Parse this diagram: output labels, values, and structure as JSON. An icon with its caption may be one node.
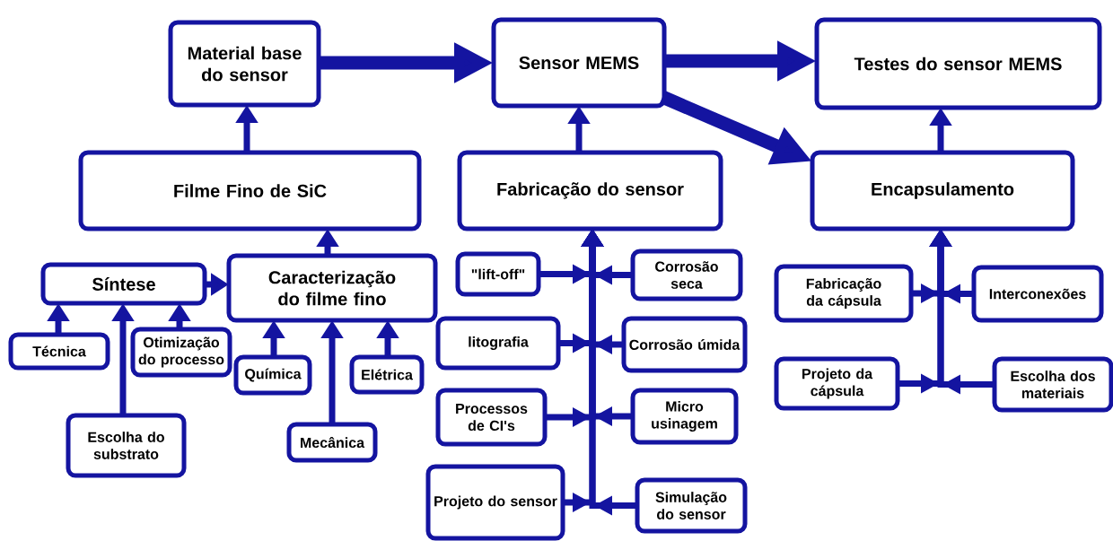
{
  "diagram": {
    "nodes": [
      {
        "text": [
          "Material base do sensor"
        ]
      },
      {
        "text": [
          "Sensor MEMS"
        ]
      },
      {
        "text": [
          "Testes do sensor MEMS"
        ]
      },
      {
        "text": [
          "Filme Fino de SiC"
        ]
      },
      {
        "text": [
          "Fabricação do sensor"
        ]
      },
      {
        "text": [
          "Encapsulamento"
        ]
      },
      {
        "text": [
          "Síntese"
        ]
      },
      {
        "text": [
          "Caracterização do filme fino"
        ]
      },
      {
        "text": [
          "Técnica"
        ]
      },
      {
        "text": [
          "Otimização do processo"
        ]
      },
      {
        "text": [
          "Escolha do substrato"
        ]
      },
      {
        "text": [
          "Química"
        ]
      },
      {
        "text": [
          "Mecânica"
        ]
      },
      {
        "text": [
          "Elétrica"
        ]
      },
      {
        "text": [
          "\"lift-off\""
        ]
      },
      {
        "text": [
          "Corrosão seca"
        ]
      },
      {
        "text": [
          "litografia"
        ]
      },
      {
        "text": [
          "Corrosão úmida"
        ]
      },
      {
        "text": [
          "Processos de CI's"
        ]
      },
      {
        "text": [
          "Micro usinagem"
        ]
      },
      {
        "text": [
          "Projeto do sensor"
        ]
      },
      {
        "text": [
          "Simulação do sensor"
        ]
      },
      {
        "text": [
          "Fabricação da cápsula"
        ]
      },
      {
        "text": [
          "Interconexões"
        ]
      },
      {
        "text": [
          "Projeto da cápsula"
        ]
      },
      {
        "text": [
          "Escolha dos materiais"
        ]
      }
    ],
    "edges": [
      {
        "from": 0,
        "to": 1,
        "arrow": "to",
        "style": "thick"
      },
      {
        "from": 1,
        "to": 2,
        "arrow": "to",
        "style": "thick"
      },
      {
        "from": 1,
        "to": 5,
        "arrow": "to",
        "style": "thick"
      },
      {
        "from": 3,
        "to": 0,
        "arrow": "to"
      },
      {
        "from": 4,
        "to": 1,
        "arrow": "to"
      },
      {
        "from": 5,
        "to": 2,
        "arrow": "to"
      },
      {
        "from": 7,
        "to": 3,
        "arrow": "to"
      },
      {
        "from": 6,
        "to": 7,
        "arrow": "to"
      },
      {
        "from": 8,
        "to": 6,
        "arrow": "to"
      },
      {
        "from": 10,
        "to": 6,
        "arrow": "to"
      },
      {
        "from": 9,
        "to": 6,
        "arrow": "to"
      },
      {
        "from": 11,
        "to": 7,
        "arrow": "to"
      },
      {
        "from": 12,
        "to": 7,
        "arrow": "to"
      },
      {
        "from": 13,
        "to": 7,
        "arrow": "to"
      },
      {
        "from": 14,
        "to": 4,
        "arrow": "to"
      },
      {
        "from": 15,
        "to": 4,
        "arrow": "to"
      },
      {
        "from": 16,
        "to": 4,
        "arrow": "to"
      },
      {
        "from": 17,
        "to": 4,
        "arrow": "to"
      },
      {
        "from": 18,
        "to": 4,
        "arrow": "to"
      },
      {
        "from": 19,
        "to": 4,
        "arrow": "to"
      },
      {
        "from": 20,
        "to": 4,
        "arrow": "to"
      },
      {
        "from": 21,
        "to": 4,
        "arrow": "to"
      },
      {
        "from": 22,
        "to": 5,
        "arrow": "to"
      },
      {
        "from": 23,
        "to": 5,
        "arrow": "to"
      },
      {
        "from": 24,
        "to": 5,
        "arrow": "to"
      },
      {
        "from": 25,
        "to": 5,
        "arrow": "to"
      }
    ]
  }
}
